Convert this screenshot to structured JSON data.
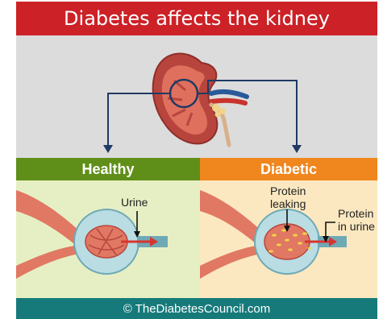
{
  "title": "Diabetes affects the kidney",
  "panels": {
    "healthy": {
      "label": "Healthy",
      "annotation": "Urine"
    },
    "diabetic": {
      "label": "Diabetic",
      "annotation_1_line1": "Protein",
      "annotation_1_line2": "leaking",
      "annotation_2_line1": "Protein",
      "annotation_2_line2": "in urine"
    }
  },
  "footer": "© TheDiabetesCouncil.com",
  "colors": {
    "title_bg": "#cc2127",
    "healthy": "#5f8f18",
    "diabetic": "#f0861e",
    "footer_bg": "#167a7a"
  }
}
